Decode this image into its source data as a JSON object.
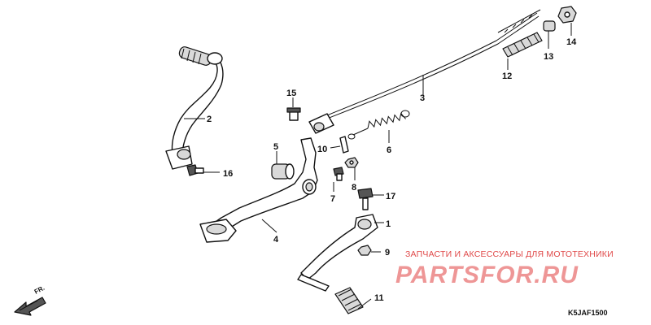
{
  "diagram": {
    "callouts": [
      {
        "id": "1",
        "label": "1"
      },
      {
        "id": "2",
        "label": "2"
      },
      {
        "id": "3",
        "label": "3"
      },
      {
        "id": "4",
        "label": "4"
      },
      {
        "id": "5",
        "label": "5"
      },
      {
        "id": "6",
        "label": "6"
      },
      {
        "id": "7",
        "label": "7"
      },
      {
        "id": "8",
        "label": "8"
      },
      {
        "id": "9",
        "label": "9"
      },
      {
        "id": "10",
        "label": "10"
      },
      {
        "id": "11",
        "label": "11"
      },
      {
        "id": "12",
        "label": "12"
      },
      {
        "id": "13",
        "label": "13"
      },
      {
        "id": "14",
        "label": "14"
      },
      {
        "id": "15",
        "label": "15"
      },
      {
        "id": "16",
        "label": "16"
      },
      {
        "id": "17",
        "label": "17"
      }
    ],
    "direction_marker": "FR.",
    "diagram_code": "K5JAF1500"
  },
  "watermark": {
    "top_text": "ЗАПЧАСТИ И АКСЕССУАРЫ ДЛЯ МОТОТЕХНИКИ",
    "brand_text": "PARTSFOR.RU",
    "color": "#e04a4a"
  }
}
